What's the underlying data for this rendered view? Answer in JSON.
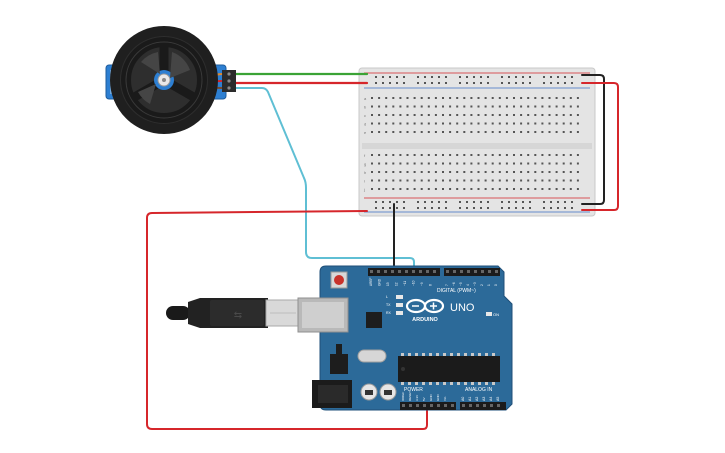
{
  "arduino": {
    "logo_text": "ARDUINO",
    "model": "UNO",
    "digital_label": "DIGITAL (PWM~)",
    "power_label": "POWER",
    "analog_label": "ANALOG IN",
    "on_label": "ON",
    "led_labels": [
      "L",
      "TX",
      "RX"
    ],
    "digital_pins_right": [
      "0",
      "1",
      "2",
      "~3",
      "4",
      "~5",
      "~6",
      "7"
    ],
    "digital_pins_left": [
      "AREF",
      "GND",
      "13",
      "12",
      "~11",
      "~10",
      "~9",
      "8"
    ],
    "power_pins": [
      "IOREF",
      "RESET",
      "3.3V",
      "5V",
      "GND",
      "GND",
      "Vin"
    ],
    "analog_pins": [
      "A0",
      "A1",
      "A2",
      "A3",
      "A4",
      "A5"
    ]
  },
  "breadboard": {
    "row_letters_top": [
      "a",
      "b",
      "c",
      "d",
      "e"
    ],
    "row_letters_bottom": [
      "f",
      "g",
      "h",
      "i",
      "j"
    ],
    "columns": 30
  },
  "wires": {
    "colors": {
      "power": "#d6262b",
      "ground": "#222222",
      "signal_green": "#3aa335",
      "signal_blue": "#5fbfd4"
    }
  },
  "colors": {
    "board": "#2c6a99",
    "breadboard": "#e6e6e6",
    "servo": "#2d7fd2"
  }
}
